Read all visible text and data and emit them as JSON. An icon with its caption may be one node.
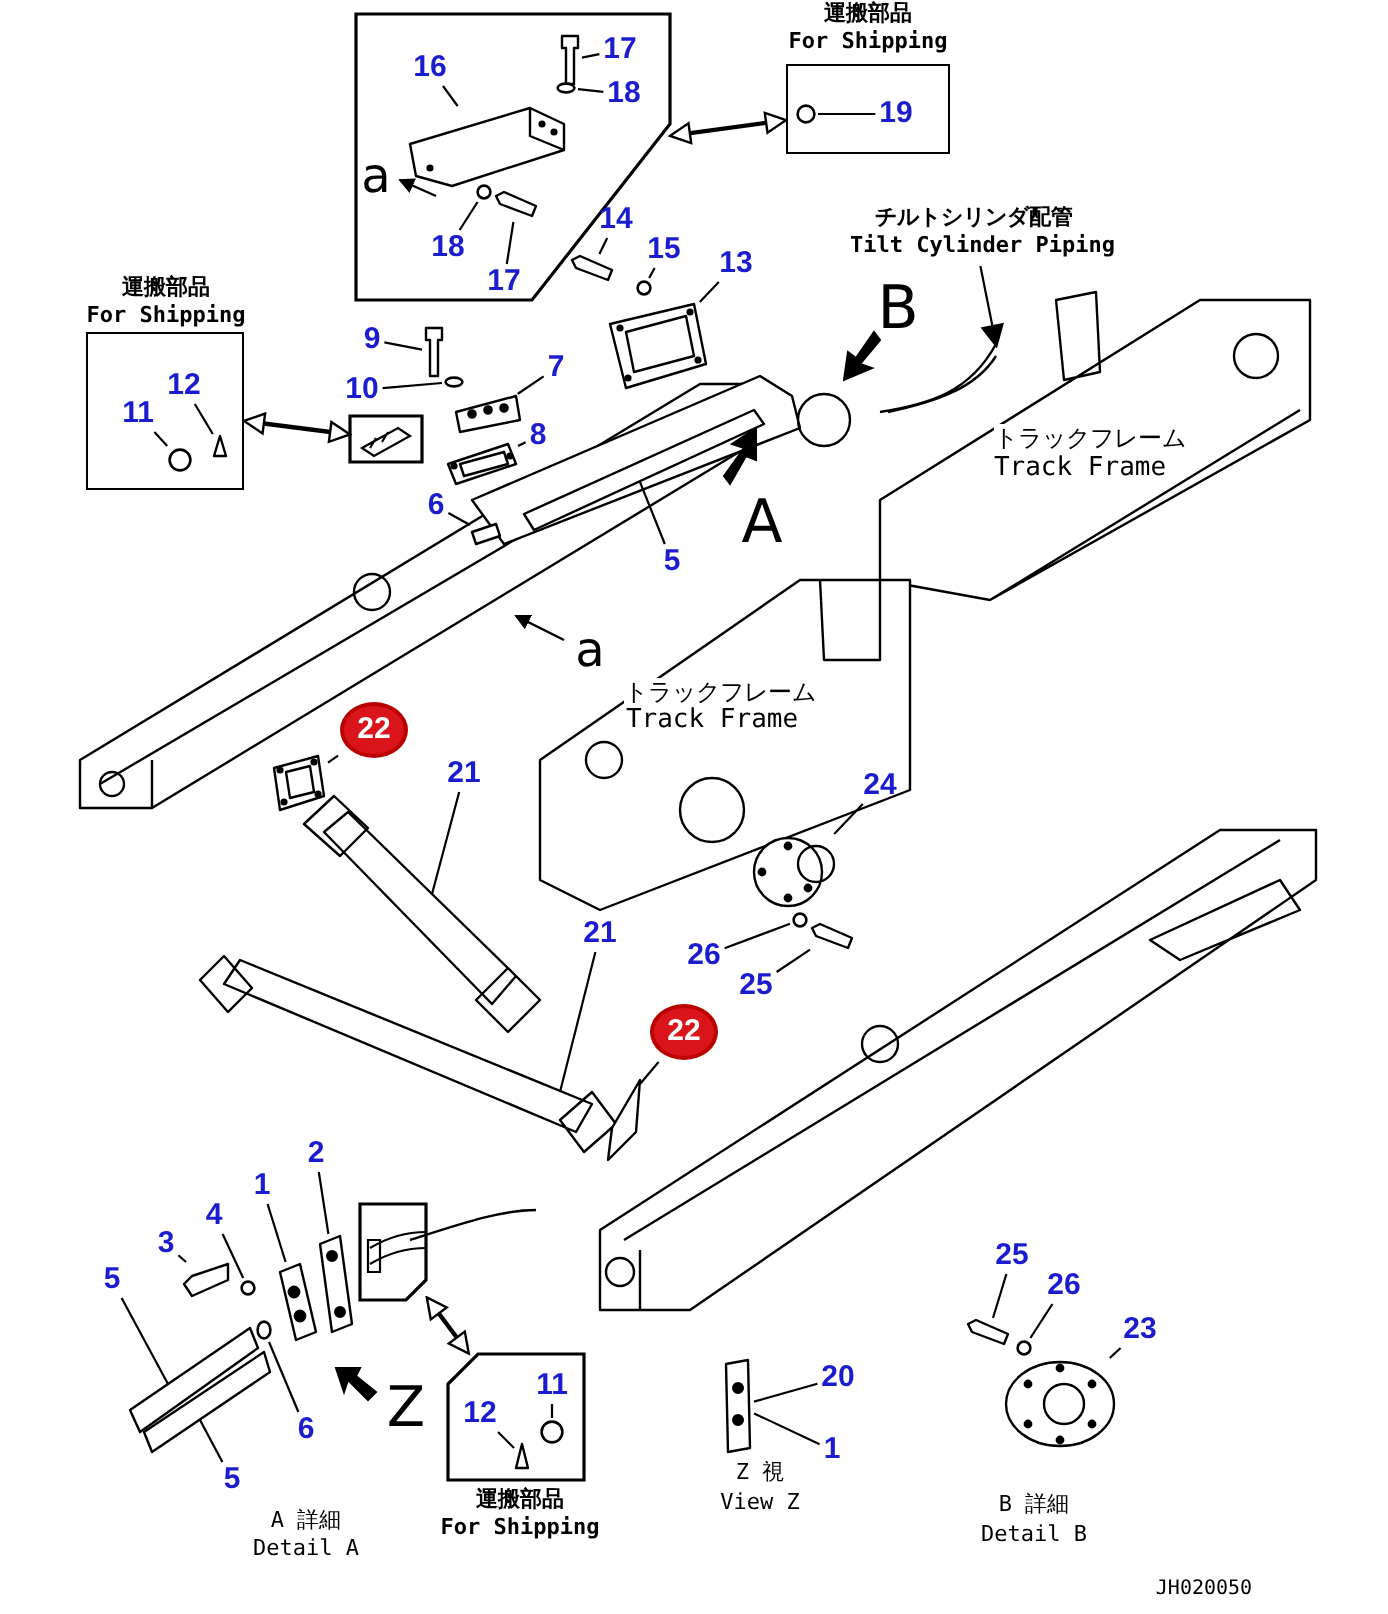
{
  "diagram": {
    "nodes": [
      {
        "text": [],
        "shape": "box"
      },
      {
        "text": [
          "16"
        ],
        "in": 0
      },
      {
        "text": [
          "17"
        ],
        "in": 0
      },
      {
        "text": [
          "18"
        ],
        "in": 0
      },
      {
        "text": [
          "18"
        ],
        "in": 0
      },
      {
        "text": [
          "17"
        ],
        "in": 0
      },
      {
        "text": [
          "運搬部品",
          "For Shipping"
        ]
      },
      {
        "text": [
          "19"
        ],
        "in": 6
      },
      {
        "text": [
          "運搬部品",
          "For Shipping"
        ]
      },
      {
        "text": [
          "12"
        ],
        "in": 8
      },
      {
        "text": [
          "11"
        ],
        "in": 8
      },
      {
        "text": [],
        "shape": "box"
      },
      {
        "text": [
          "14"
        ]
      },
      {
        "text": [
          "15"
        ]
      },
      {
        "text": [
          "13"
        ]
      },
      {
        "text": [
          "9"
        ]
      },
      {
        "text": [
          "10"
        ]
      },
      {
        "text": [
          "7"
        ]
      },
      {
        "text": [
          "8"
        ]
      },
      {
        "text": [
          "6"
        ]
      },
      {
        "text": [
          "5"
        ]
      },
      {
        "text": [
          "チルトシリンダ配管",
          "Tilt Cylinder Piping"
        ]
      },
      {
        "text": [
          "22"
        ]
      },
      {
        "text": [
          "21"
        ]
      },
      {
        "text": [
          "24"
        ]
      },
      {
        "text": [
          "26"
        ]
      },
      {
        "text": [
          "25"
        ]
      },
      {
        "text": [
          "21"
        ]
      },
      {
        "text": [
          "22"
        ]
      },
      {
        "text": [
          "2"
        ]
      },
      {
        "text": [
          "1"
        ]
      },
      {
        "text": [
          "4"
        ]
      },
      {
        "text": [
          "3"
        ]
      },
      {
        "text": [
          "5"
        ]
      },
      {
        "text": [],
        "shape": "box"
      },
      {
        "text": [
          "6"
        ]
      },
      {
        "text": [
          "5"
        ]
      },
      {
        "text": [
          "運搬部品",
          "For Shipping"
        ]
      },
      {
        "text": [
          "11"
        ],
        "in": 37
      },
      {
        "text": [
          "12"
        ],
        "in": 37
      },
      {
        "text": [
          "20"
        ]
      },
      {
        "text": [
          "1"
        ]
      },
      {
        "text": [
          "25"
        ]
      },
      {
        "text": [
          "26"
        ]
      },
      {
        "text": [
          "23"
        ]
      },
      {
        "text": [],
        "shape": "picture",
        "in": 0
      },
      {
        "text": [],
        "shape": "picture",
        "in": 0
      },
      {
        "text": [],
        "shape": "circle",
        "in": 0
      },
      {
        "text": [],
        "shape": "circle",
        "in": 0
      },
      {
        "text": [],
        "shape": "picture",
        "in": 0
      },
      {
        "text": [],
        "shape": "circle",
        "in": 6
      },
      {
        "text": [],
        "shape": "picture",
        "in": 8
      },
      {
        "text": [],
        "shape": "circle",
        "in": 8
      },
      {
        "text": [],
        "shape": "picture"
      },
      {
        "text": [],
        "shape": "circle"
      },
      {
        "text": [],
        "shape": "picture"
      },
      {
        "text": [],
        "shape": "picture"
      },
      {
        "text": [],
        "shape": "circle"
      },
      {
        "text": [],
        "shape": "picture"
      },
      {
        "text": [],
        "shape": "picture"
      },
      {
        "text": [],
        "shape": "picture"
      },
      {
        "text": [],
        "shape": "picture"
      },
      {
        "text": [],
        "shape": "picture"
      },
      {
        "text": [],
        "shape": "picture"
      },
      {
        "text": [],
        "shape": "picture"
      },
      {
        "text": [],
        "shape": "picture"
      },
      {
        "text": [],
        "shape": "circle"
      },
      {
        "text": [],
        "shape": "picture"
      },
      {
        "text": [],
        "shape": "picture"
      },
      {
        "text": [],
        "shape": "picture"
      },
      {
        "text": [],
        "shape": "picture"
      },
      {
        "text": [],
        "shape": "picture"
      },
      {
        "text": [],
        "shape": "circle"
      },
      {
        "text": [],
        "shape": "picture"
      },
      {
        "text": [],
        "shape": "picture"
      },
      {
        "text": [],
        "shape": "picture"
      },
      {
        "text": [],
        "shape": "circle"
      },
      {
        "text": [],
        "shape": "circle",
        "in": 37
      },
      {
        "text": [],
        "shape": "picture",
        "in": 37
      },
      {
        "text": [],
        "shape": "picture"
      },
      {
        "text": [],
        "shape": "picture"
      },
      {
        "text": [],
        "shape": "circle"
      },
      {
        "text": [],
        "shape": "picture"
      }
    ],
    "edges": [
      {
        "from": 0,
        "to": 6,
        "arrow": "both"
      },
      {
        "from": 1,
        "to": 45,
        "arrow": "none"
      },
      {
        "from": 2,
        "to": 46,
        "arrow": "none"
      },
      {
        "from": 3,
        "to": 47,
        "arrow": "none"
      },
      {
        "from": 4,
        "to": 48,
        "arrow": "none"
      },
      {
        "from": 5,
        "to": 49,
        "arrow": "none"
      },
      {
        "from": 7,
        "to": 50,
        "arrow": "none"
      },
      {
        "from": 8,
        "to": 11,
        "arrow": "both"
      },
      {
        "from": 9,
        "to": 51,
        "arrow": "none"
      },
      {
        "from": 10,
        "to": 52,
        "arrow": "none"
      },
      {
        "from": 12,
        "to": 53,
        "arrow": "none"
      },
      {
        "from": 13,
        "to": 54,
        "arrow": "none"
      },
      {
        "from": 14,
        "to": 55,
        "arrow": "none"
      },
      {
        "from": 15,
        "to": 56,
        "arrow": "none"
      },
      {
        "from": 16,
        "to": 57,
        "arrow": "none"
      },
      {
        "from": 17,
        "to": 58,
        "arrow": "none"
      },
      {
        "from": 18,
        "to": 59,
        "arrow": "none"
      },
      {
        "from": 19,
        "to": 60,
        "arrow": "none"
      },
      {
        "from": 20,
        "to": 61,
        "arrow": "none"
      },
      {
        "from": 21,
        "to": 62,
        "arrow": "to"
      },
      {
        "from": 22,
        "to": 63,
        "arrow": "none"
      },
      {
        "from": 23,
        "to": 64,
        "arrow": "none"
      },
      {
        "from": 24,
        "to": 65,
        "arrow": "none"
      },
      {
        "from": 25,
        "to": 66,
        "arrow": "none"
      },
      {
        "from": 26,
        "to": 67,
        "arrow": "none"
      },
      {
        "from": 27,
        "to": 68,
        "arrow": "none"
      },
      {
        "from": 28,
        "to": 69,
        "arrow": "none"
      },
      {
        "from": 29,
        "to": 70,
        "arrow": "none"
      },
      {
        "from": 30,
        "to": 71,
        "arrow": "none"
      },
      {
        "from": 31,
        "to": 72,
        "arrow": "none"
      },
      {
        "from": 32,
        "to": 73,
        "arrow": "none"
      },
      {
        "from": 33,
        "to": 74,
        "arrow": "none"
      },
      {
        "from": 35,
        "to": 76,
        "arrow": "none"
      },
      {
        "from": 36,
        "to": 75,
        "arrow": "none"
      },
      {
        "from": 34,
        "to": 37,
        "arrow": "both"
      },
      {
        "from": 38,
        "to": 77,
        "arrow": "none"
      },
      {
        "from": 39,
        "to": 78,
        "arrow": "none"
      },
      {
        "from": 40,
        "to": 79,
        "arrow": "none"
      },
      {
        "from": 41,
        "to": 79,
        "arrow": "none"
      },
      {
        "from": 42,
        "to": 80,
        "arrow": "none"
      },
      {
        "from": 43,
        "to": 81,
        "arrow": "none"
      },
      {
        "from": 44,
        "to": 82,
        "arrow": "none"
      }
    ],
    "labels": [
      "a",
      "B",
      "トラックフレーム",
      "Track Frame",
      "A",
      "a",
      "トラックフレーム",
      "Track Frame",
      "Z",
      "Z 視",
      "View Z",
      "A 詳細",
      "Detail A",
      "B 詳細",
      "Detail B",
      "JH020050"
    ]
  }
}
